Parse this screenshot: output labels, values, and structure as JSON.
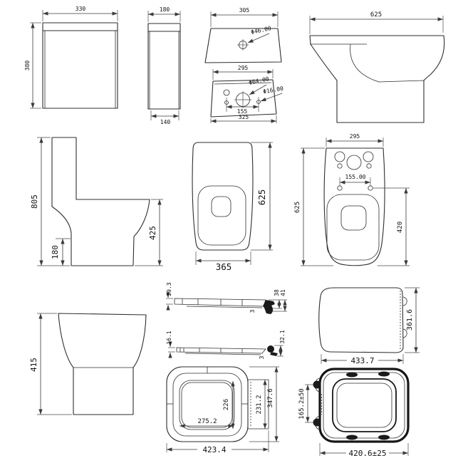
{
  "dims": {
    "cistern_front": {
      "width": "330",
      "height": "380"
    },
    "cistern_side": {
      "top_width": "180",
      "bottom_width": "140"
    },
    "cistern_lid_top": {
      "width": "305",
      "button_hole": "Φ46.00"
    },
    "cistern_base": {
      "top_width": "295",
      "bolt_spacing": "155",
      "bottom_width": "325",
      "flush_hole": "Φ64.00",
      "bolt_hole": "Φ16.00"
    },
    "pan_profile": {
      "depth": "625"
    },
    "toilet_side": {
      "overall_height": "805",
      "rim_height": "425",
      "base_height": "180"
    },
    "pan_front": {
      "depth": "625",
      "width": "365"
    },
    "pan_plan": {
      "back_width": "295",
      "seat_hole_spacing": "155.00",
      "depth": "625",
      "hole_to_front": "420"
    },
    "pan_rear": {
      "height": "415"
    },
    "seat_raised": {
      "thickness": "29.3",
      "hinge_height_a": "38",
      "hinge_height_b": "41",
      "gap": "3"
    },
    "seat_closed": {
      "thickness": "16.1",
      "hinge_height": "32.1",
      "gap": "3"
    },
    "lid_plan": {
      "depth": "361.6",
      "width": "433.7"
    },
    "seat_underside": {
      "opening_depth": "226",
      "opening_width": "275.2",
      "hinge_plate": "231.2",
      "depth": "347.6",
      "width": "423.4"
    },
    "cover_underside": {
      "hinge_spacing": "165.2±50",
      "width": "420.6±25"
    }
  }
}
